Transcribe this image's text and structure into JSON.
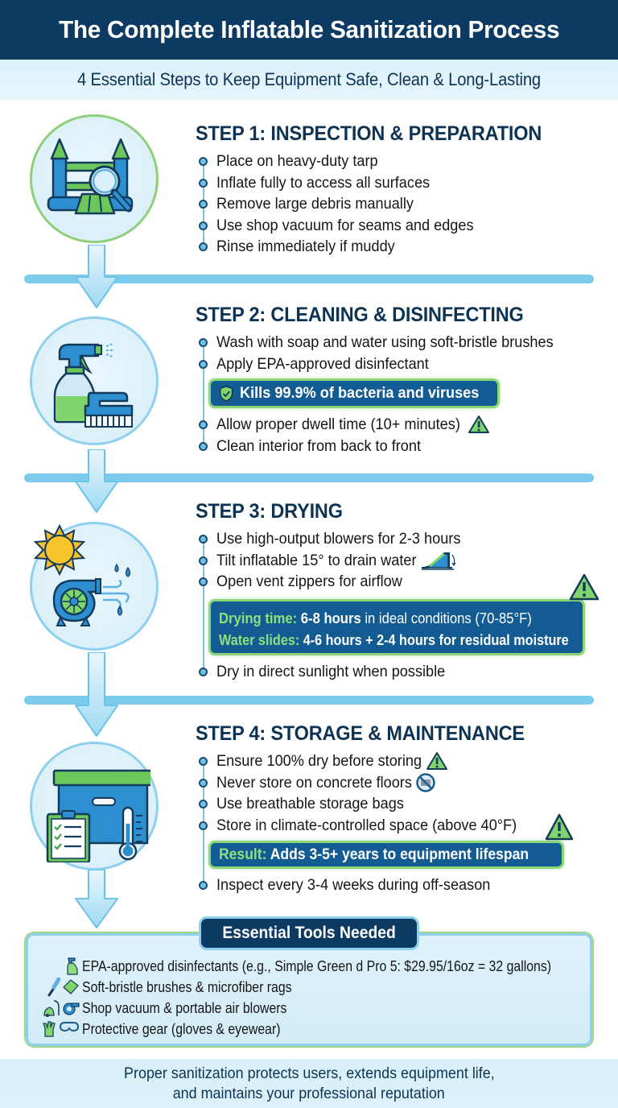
{
  "header": {
    "title": "The Complete Inflatable Sanitization Process",
    "subtitle": "4 Essential Steps to Keep Equipment Safe, Clean & Long-Lasting"
  },
  "colors": {
    "navy": "#0c3a63",
    "light_blue": "#7ccaec",
    "green": "#8bd676",
    "callout_blue": "#135c93",
    "heading": "#0d3354"
  },
  "steps": [
    {
      "title": "STEP 1: INSPECTION & PREPARATION",
      "icon": "bounce-house-magnifier-icon",
      "bullets": [
        "Place on heavy-duty tarp",
        "Inflate fully to access all surfaces",
        "Remove large debris manually",
        "Use shop vacuum for seams and edges",
        "Rinse immediately if muddy"
      ]
    },
    {
      "title": "STEP 2: CLEANING & DISINFECTING",
      "icon": "spray-bottle-brush-icon",
      "bullets": [
        "Wash with soap and water using soft-bristle brushes",
        "Apply EPA-approved disinfectant",
        "Allow proper dwell time (10+ minutes)",
        "Clean interior from back to front"
      ],
      "callout": {
        "icon": "shield-check-icon",
        "text": "Kills 99.9% of bacteria and viruses"
      },
      "warning_icon": "warning-icon"
    },
    {
      "title": "STEP 3: DRYING",
      "icon": "sun-blower-icon",
      "bullets": [
        "Use high-output blowers for 2-3 hours",
        "Tilt inflatable 15° to drain water",
        "Open vent zippers for airflow",
        "Dry in direct sunlight when possible"
      ],
      "bullet_icon": "slide-tilt-icon",
      "callout": {
        "line1_key": "Drying time:",
        "line1_bold": "6-8 hours",
        "line1_rest": "in ideal conditions (70-85°F)",
        "line2_key": "Water slides:",
        "line2_rest": "4-6 hours + 2-4 hours for residual moisture"
      }
    },
    {
      "title": "STEP 4: STORAGE & MAINTENANCE",
      "icon": "storage-box-clipboard-thermometer-icon",
      "bullets": [
        "Ensure 100% dry before storing",
        "Never store on concrete floors",
        "Use breathable storage bags",
        "Store in climate-controlled space (above 40°F)",
        "Inspect every 3-4 weeks during off-season"
      ],
      "callout": {
        "icon": "up-arrow-icon",
        "key": "Result:",
        "text": "Adds 3-5+ years to equipment lifespan"
      }
    }
  ],
  "tools": {
    "title": "Essential Tools Needed",
    "items": [
      {
        "icons": [
          "spray-bottle-icon"
        ],
        "text": "EPA-approved disinfectants (e.g., Simple Green d Pro 5: $29.95/16oz = 32 gallons)"
      },
      {
        "icons": [
          "brush-icon",
          "rag-icon"
        ],
        "text": "Soft-bristle brushes & microfiber rags"
      },
      {
        "icons": [
          "vacuum-icon",
          "blower-icon"
        ],
        "text": "Shop vacuum & portable air blowers"
      },
      {
        "icons": [
          "gloves-icon",
          "goggles-icon"
        ],
        "text": "Protective gear (gloves & eyewear)"
      }
    ]
  },
  "footer": {
    "line1": "Proper sanitization protects users, extends equipment life,",
    "line2": "and maintains your professional reputation"
  }
}
